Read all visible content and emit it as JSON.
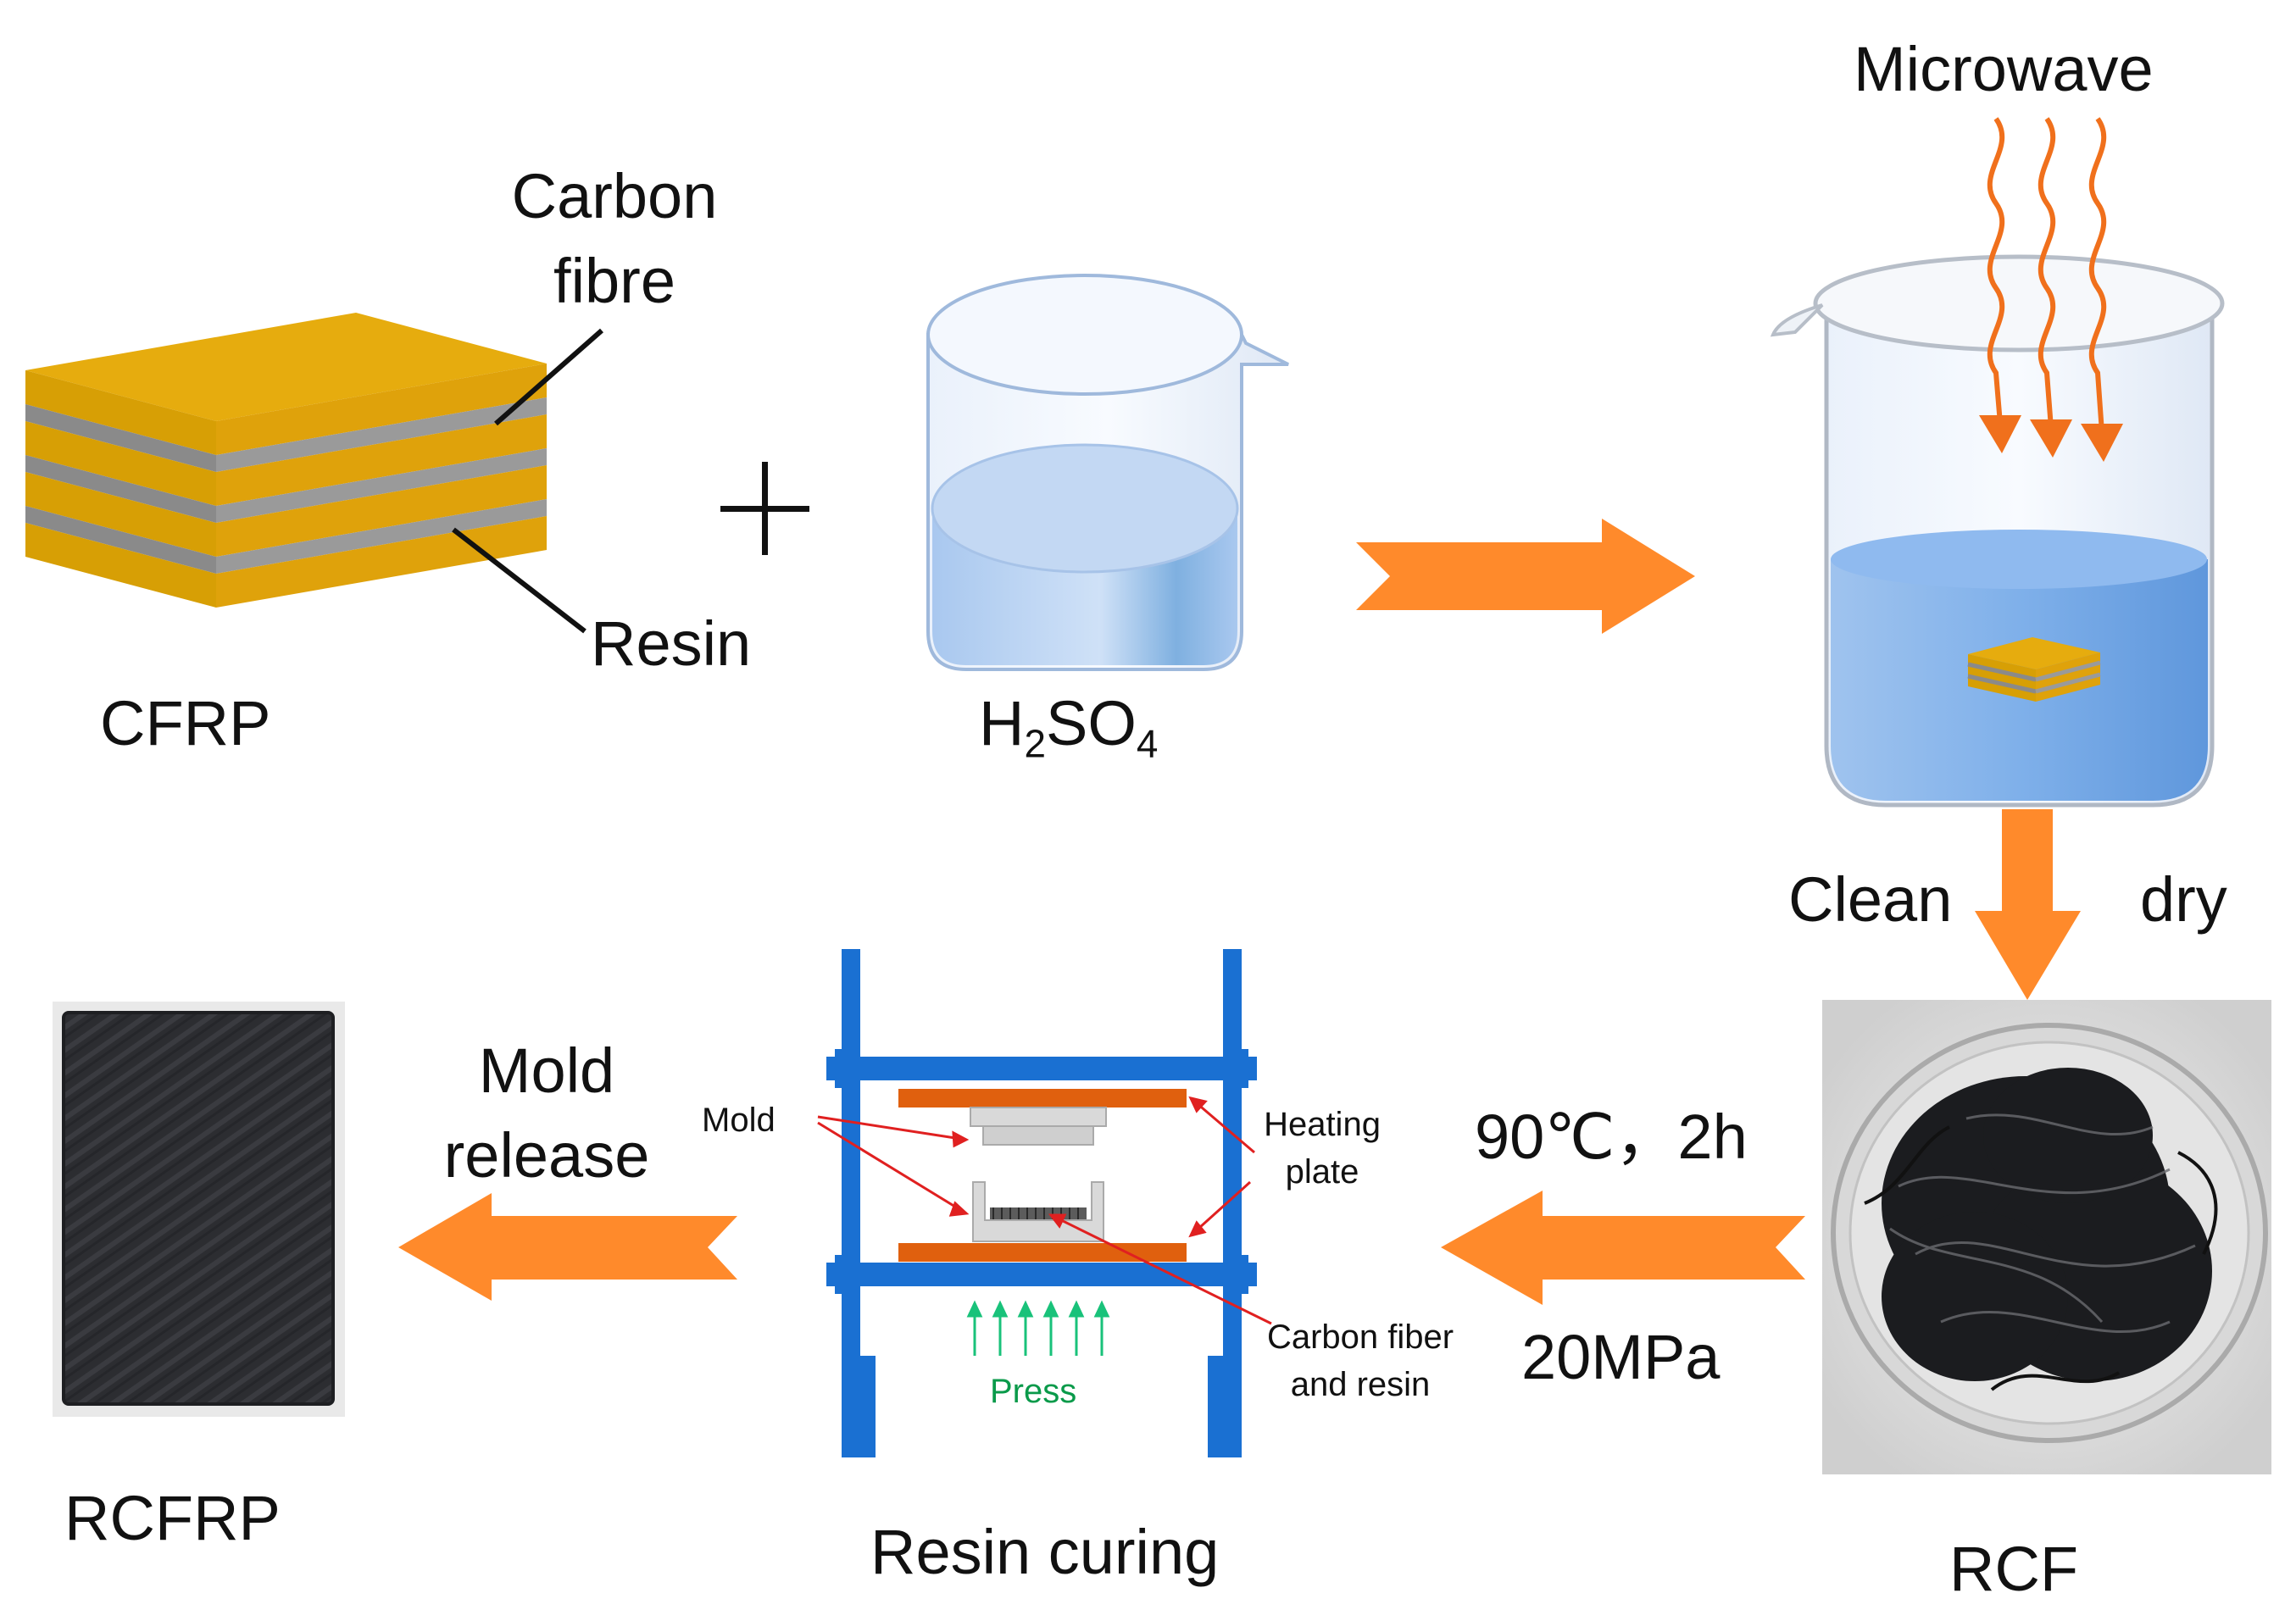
{
  "colors": {
    "orange_arrow": "#FF8A2B",
    "fibre_orange": "#DAA000",
    "resin_gray": "#8C8C8C",
    "press_blue": "#1A70D2",
    "heating_plate": "#E0600E",
    "pointer_red": "#E02020",
    "press_green": "#19C27A",
    "water_blue": "#7FB3EC",
    "microwave": "#F0701C"
  },
  "labels": {
    "carbon_fibre_line1": "Carbon",
    "carbon_fibre_line2": "fibre",
    "resin": "Resin",
    "cfrp": "CFRP",
    "h2so4_h": "H",
    "h2so4_sub2": "2",
    "h2so4_so": "SO",
    "h2so4_sub4": "4",
    "plus": "+",
    "microwave": "Microwave",
    "clean": "Clean",
    "dry": "dry",
    "rcf": "RCF",
    "condition_temp": "90℃，2h",
    "condition_pressure": "20MPa",
    "mold": "Mold",
    "heating_line1": "Heating",
    "heating_line2": "plate",
    "carbon_resin_line1": "Carbon fiber",
    "carbon_resin_line2": "and resin",
    "press": "Press",
    "resin_curing": "Resin curing",
    "mold_release_line1": "Mold",
    "mold_release_line2": "release",
    "rcfrp": "RCFRP"
  },
  "icons": [
    "cfrp-laminate-icon",
    "beaker-h2so4-icon",
    "microwave-beaker-icon",
    "rcf-dish-photo",
    "hot-press-icon",
    "rcfrp-plate-photo",
    "process-arrow-icon"
  ]
}
